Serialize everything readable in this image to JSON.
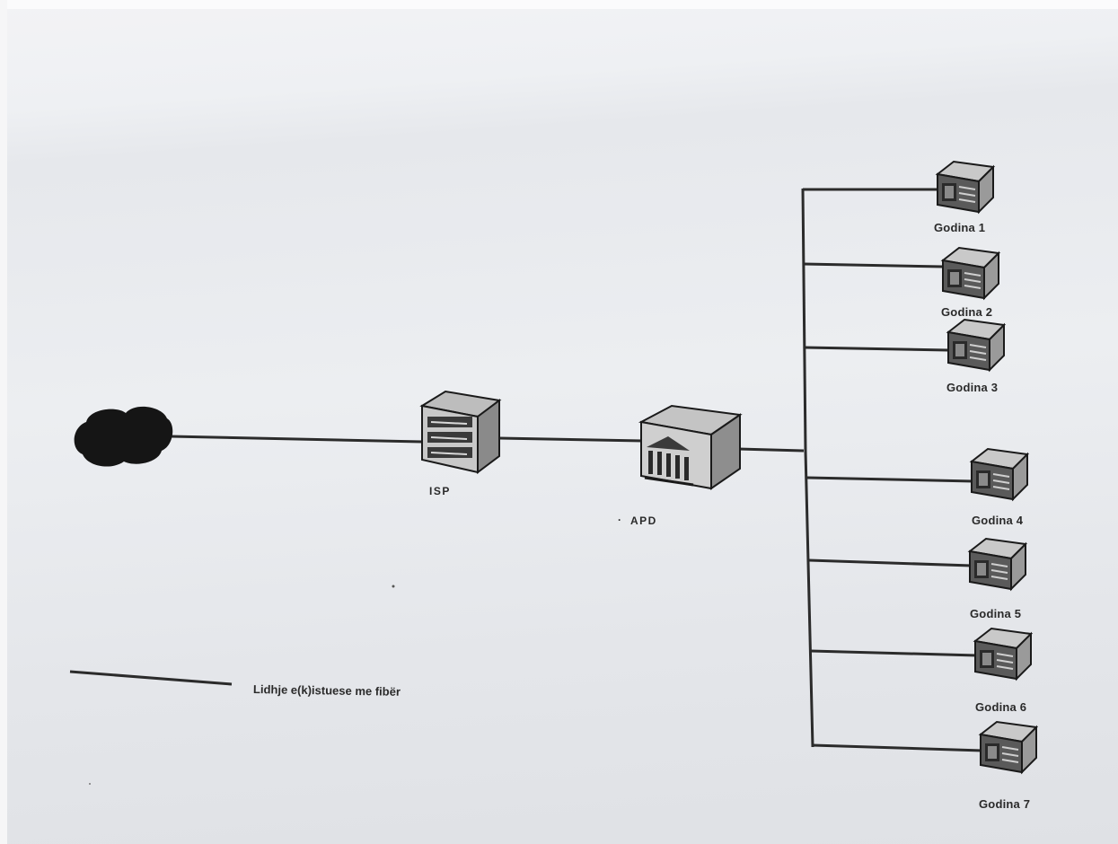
{
  "diagram": {
    "nodes": {
      "isp": "ISP",
      "apd": "APD",
      "buildings": [
        "Godina 1",
        "Godina 2",
        "Godina 3",
        "Godina 4",
        "Godina 5",
        "Godina 6",
        "Godina 7"
      ]
    },
    "legend": {
      "line_label": "Lidhje e(k)istuese me fibër"
    },
    "icons": [
      "internet-cloud-icon",
      "isp-server-icon",
      "apd-building-icon",
      "building-icon"
    ],
    "colors": {
      "line": "#2b2b2b",
      "paper": "#ebedf0",
      "cloud": "#151515"
    }
  }
}
